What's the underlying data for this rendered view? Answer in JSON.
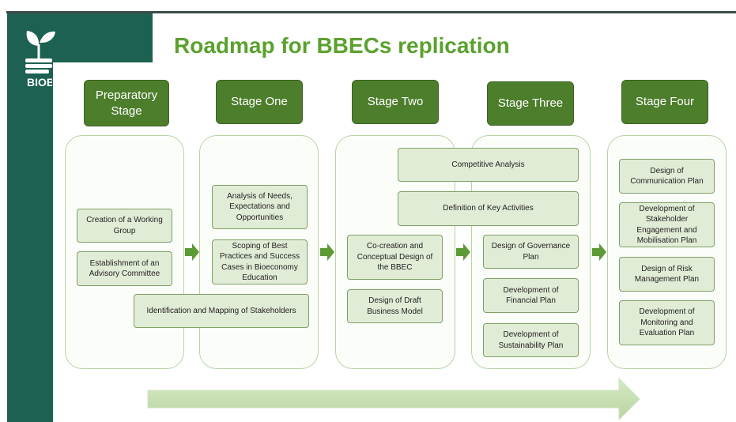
{
  "title": "Roadmap for BBECs replication",
  "logo": {
    "text": "BIOBE"
  },
  "stages": [
    {
      "label": "Preparatory\nStage"
    },
    {
      "label": "Stage One"
    },
    {
      "label": "Stage Two"
    },
    {
      "label": "Stage Three"
    },
    {
      "label": "Stage Four"
    }
  ],
  "activities": {
    "working_group": "Creation of a Working Group",
    "advisory_committee": "Establishment of an Advisory Committee",
    "stakeholder_mapping": "Identification and Mapping of Stakeholders",
    "needs_analysis": "Analysis of Needs, Expectations and Opportunities",
    "best_practices": "Scoping of Best Practices and Success Cases in Bioeconomy Education",
    "competitive_analysis": "Competitive Analysis",
    "key_activities": "Definition of Key Activities",
    "co_creation": "Co-creation and Conceptual Design of the BBEC",
    "draft_business_model": "Design of Draft Business Model",
    "governance_plan": "Design of Governance Plan",
    "financial_plan": "Development of Financial Plan",
    "sustainability_plan": "Development of Sustainability Plan",
    "communication_plan": "Design of Communication Plan",
    "stakeholder_engagement": "Development of Stakeholder Engagement and Mobilisation Plan",
    "risk_management": "Design of Risk Management Plan",
    "monitoring_evaluation": "Development of Monitoring and Evaluation Plan"
  },
  "colors": {
    "stage_header": "#4d7e2c",
    "title": "#5aa12e",
    "sidebar": "#1c6151",
    "activity_box": "#e1ecd6",
    "flow_arrow": "#5d9a36",
    "timeline_arrow": "#c9e0b6"
  },
  "icons": {
    "logo": "plant-hand-icon",
    "flow": "arrow-right-icon",
    "timeline": "timeline-arrow-icon"
  }
}
